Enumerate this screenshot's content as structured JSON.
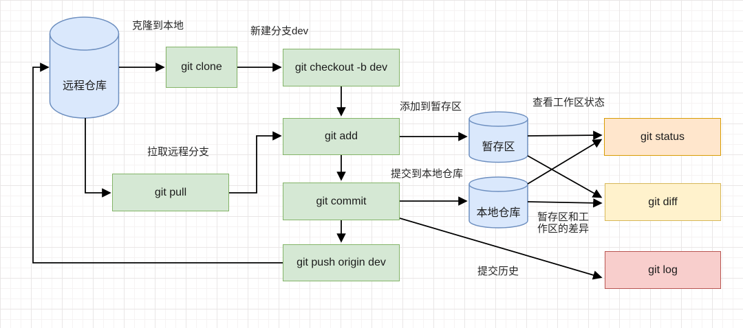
{
  "nodes": {
    "remote_repo": {
      "label": "远程仓库",
      "shape": "cylinder",
      "color": "#dae8fc"
    },
    "git_clone": {
      "label": "git clone",
      "shape": "rect",
      "color": "#d5e8d4"
    },
    "git_checkout": {
      "label": "git checkout -b dev",
      "shape": "rect",
      "color": "#d5e8d4"
    },
    "git_add": {
      "label": "git add",
      "shape": "rect",
      "color": "#d5e8d4"
    },
    "git_commit": {
      "label": "git commit",
      "shape": "rect",
      "color": "#d5e8d4"
    },
    "git_pull": {
      "label": "git pull",
      "shape": "rect",
      "color": "#d5e8d4"
    },
    "git_push": {
      "label": "git push origin dev",
      "shape": "rect",
      "color": "#d5e8d4"
    },
    "staging_area": {
      "label": "暂存区",
      "shape": "cylinder",
      "color": "#dae8fc"
    },
    "local_repo": {
      "label": "本地仓库",
      "shape": "cylinder",
      "color": "#dae8fc"
    },
    "git_status": {
      "label": "git status",
      "shape": "rect",
      "color": "#ffe6cc"
    },
    "git_diff": {
      "label": "git diff",
      "shape": "rect",
      "color": "#fff2cc"
    },
    "git_log": {
      "label": "git log",
      "shape": "rect",
      "color": "#f8cecc"
    }
  },
  "annotations": {
    "clone_to_local": "克隆到本地",
    "new_branch_dev": "新建分支dev",
    "pull_remote_branch": "拉取远程分支",
    "add_to_staging": "添加到暂存区",
    "commit_to_local": "提交到本地仓库",
    "view_workspace_status": "查看工作区状态",
    "staging_workspace_diff": "暂存区和工作区的差异",
    "commit_history": "提交历史"
  },
  "edges": [
    {
      "from": "git_push",
      "to": "remote_repo"
    },
    {
      "from": "remote_repo",
      "to": "git_clone"
    },
    {
      "from": "git_clone",
      "to": "git_checkout"
    },
    {
      "from": "remote_repo",
      "to": "git_pull"
    },
    {
      "from": "git_pull",
      "to": "git_add"
    },
    {
      "from": "git_checkout",
      "to": "git_add"
    },
    {
      "from": "git_add",
      "to": "git_commit"
    },
    {
      "from": "git_add",
      "to": "staging_area"
    },
    {
      "from": "git_commit",
      "to": "git_push"
    },
    {
      "from": "git_commit",
      "to": "local_repo"
    },
    {
      "from": "staging_area",
      "to": "git_status"
    },
    {
      "from": "staging_area",
      "to": "git_diff"
    },
    {
      "from": "local_repo",
      "to": "git_status"
    },
    {
      "from": "local_repo",
      "to": "git_diff"
    },
    {
      "from": "git_commit",
      "to": "git_log"
    }
  ],
  "colors": {
    "green_fill": "#d5e8d4",
    "green_border": "#82b366",
    "blue_fill": "#dae8fc",
    "blue_border": "#6c8ebf",
    "orange_fill": "#ffe6cc",
    "orange_border": "#d79b00",
    "yellow_fill": "#fff2cc",
    "yellow_border": "#d6b656",
    "red_fill": "#f8cecc",
    "red_border": "#b85450",
    "arrow": "#000000"
  }
}
